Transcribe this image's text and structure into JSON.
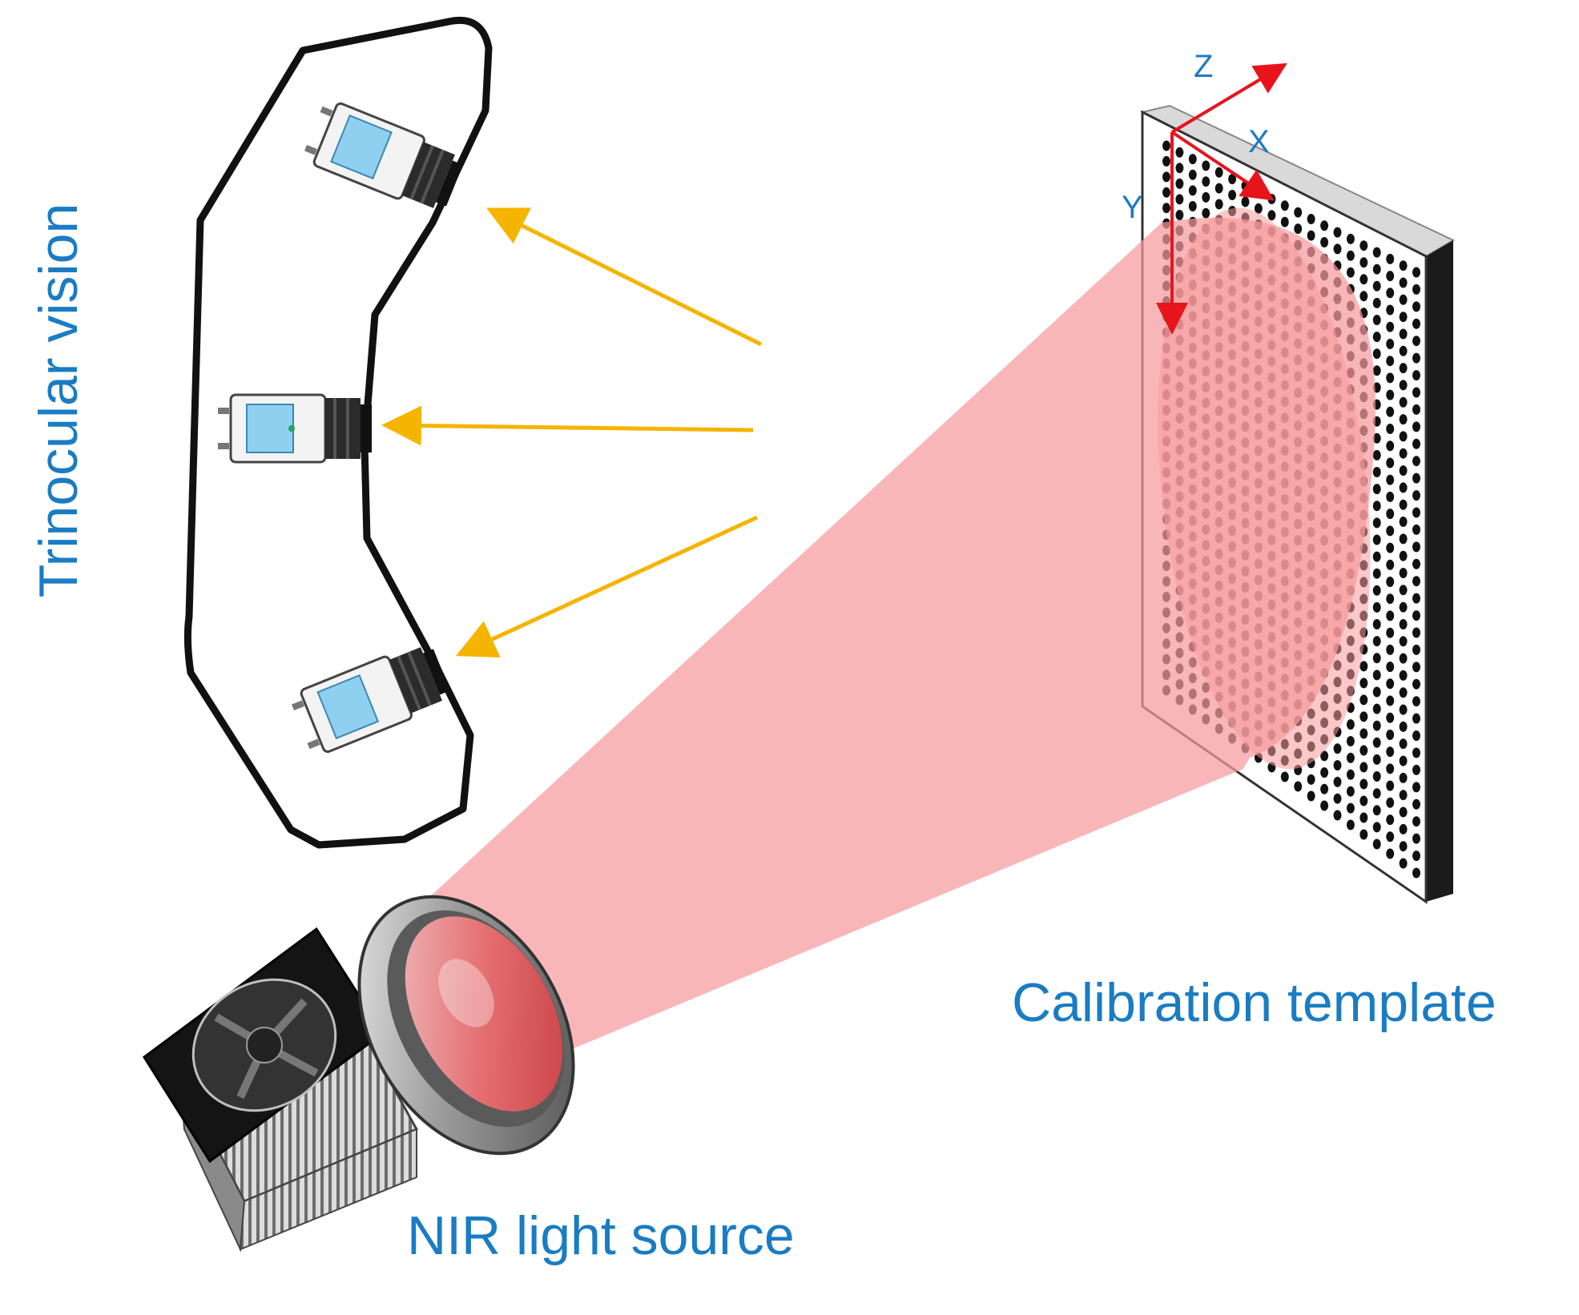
{
  "labels": {
    "trinocular": "Trinocular vision",
    "calibration": "Calibration template",
    "nir": "NIR light source"
  },
  "axes": {
    "x": "X",
    "y": "Y",
    "z": "Z"
  },
  "colors": {
    "label_blue": "#1a7cc3",
    "arrow_orange": "#f5b400",
    "axis_red": "#e8141c",
    "beam_pink": "#f79a9c",
    "camera_body_blue": "#8fd0f0"
  },
  "template_grid": {
    "columns": 20,
    "rows": 36
  },
  "icons": [
    "camera-icon",
    "nir-lamp-icon",
    "calibration-board-icon",
    "cooling-fan-icon"
  ]
}
